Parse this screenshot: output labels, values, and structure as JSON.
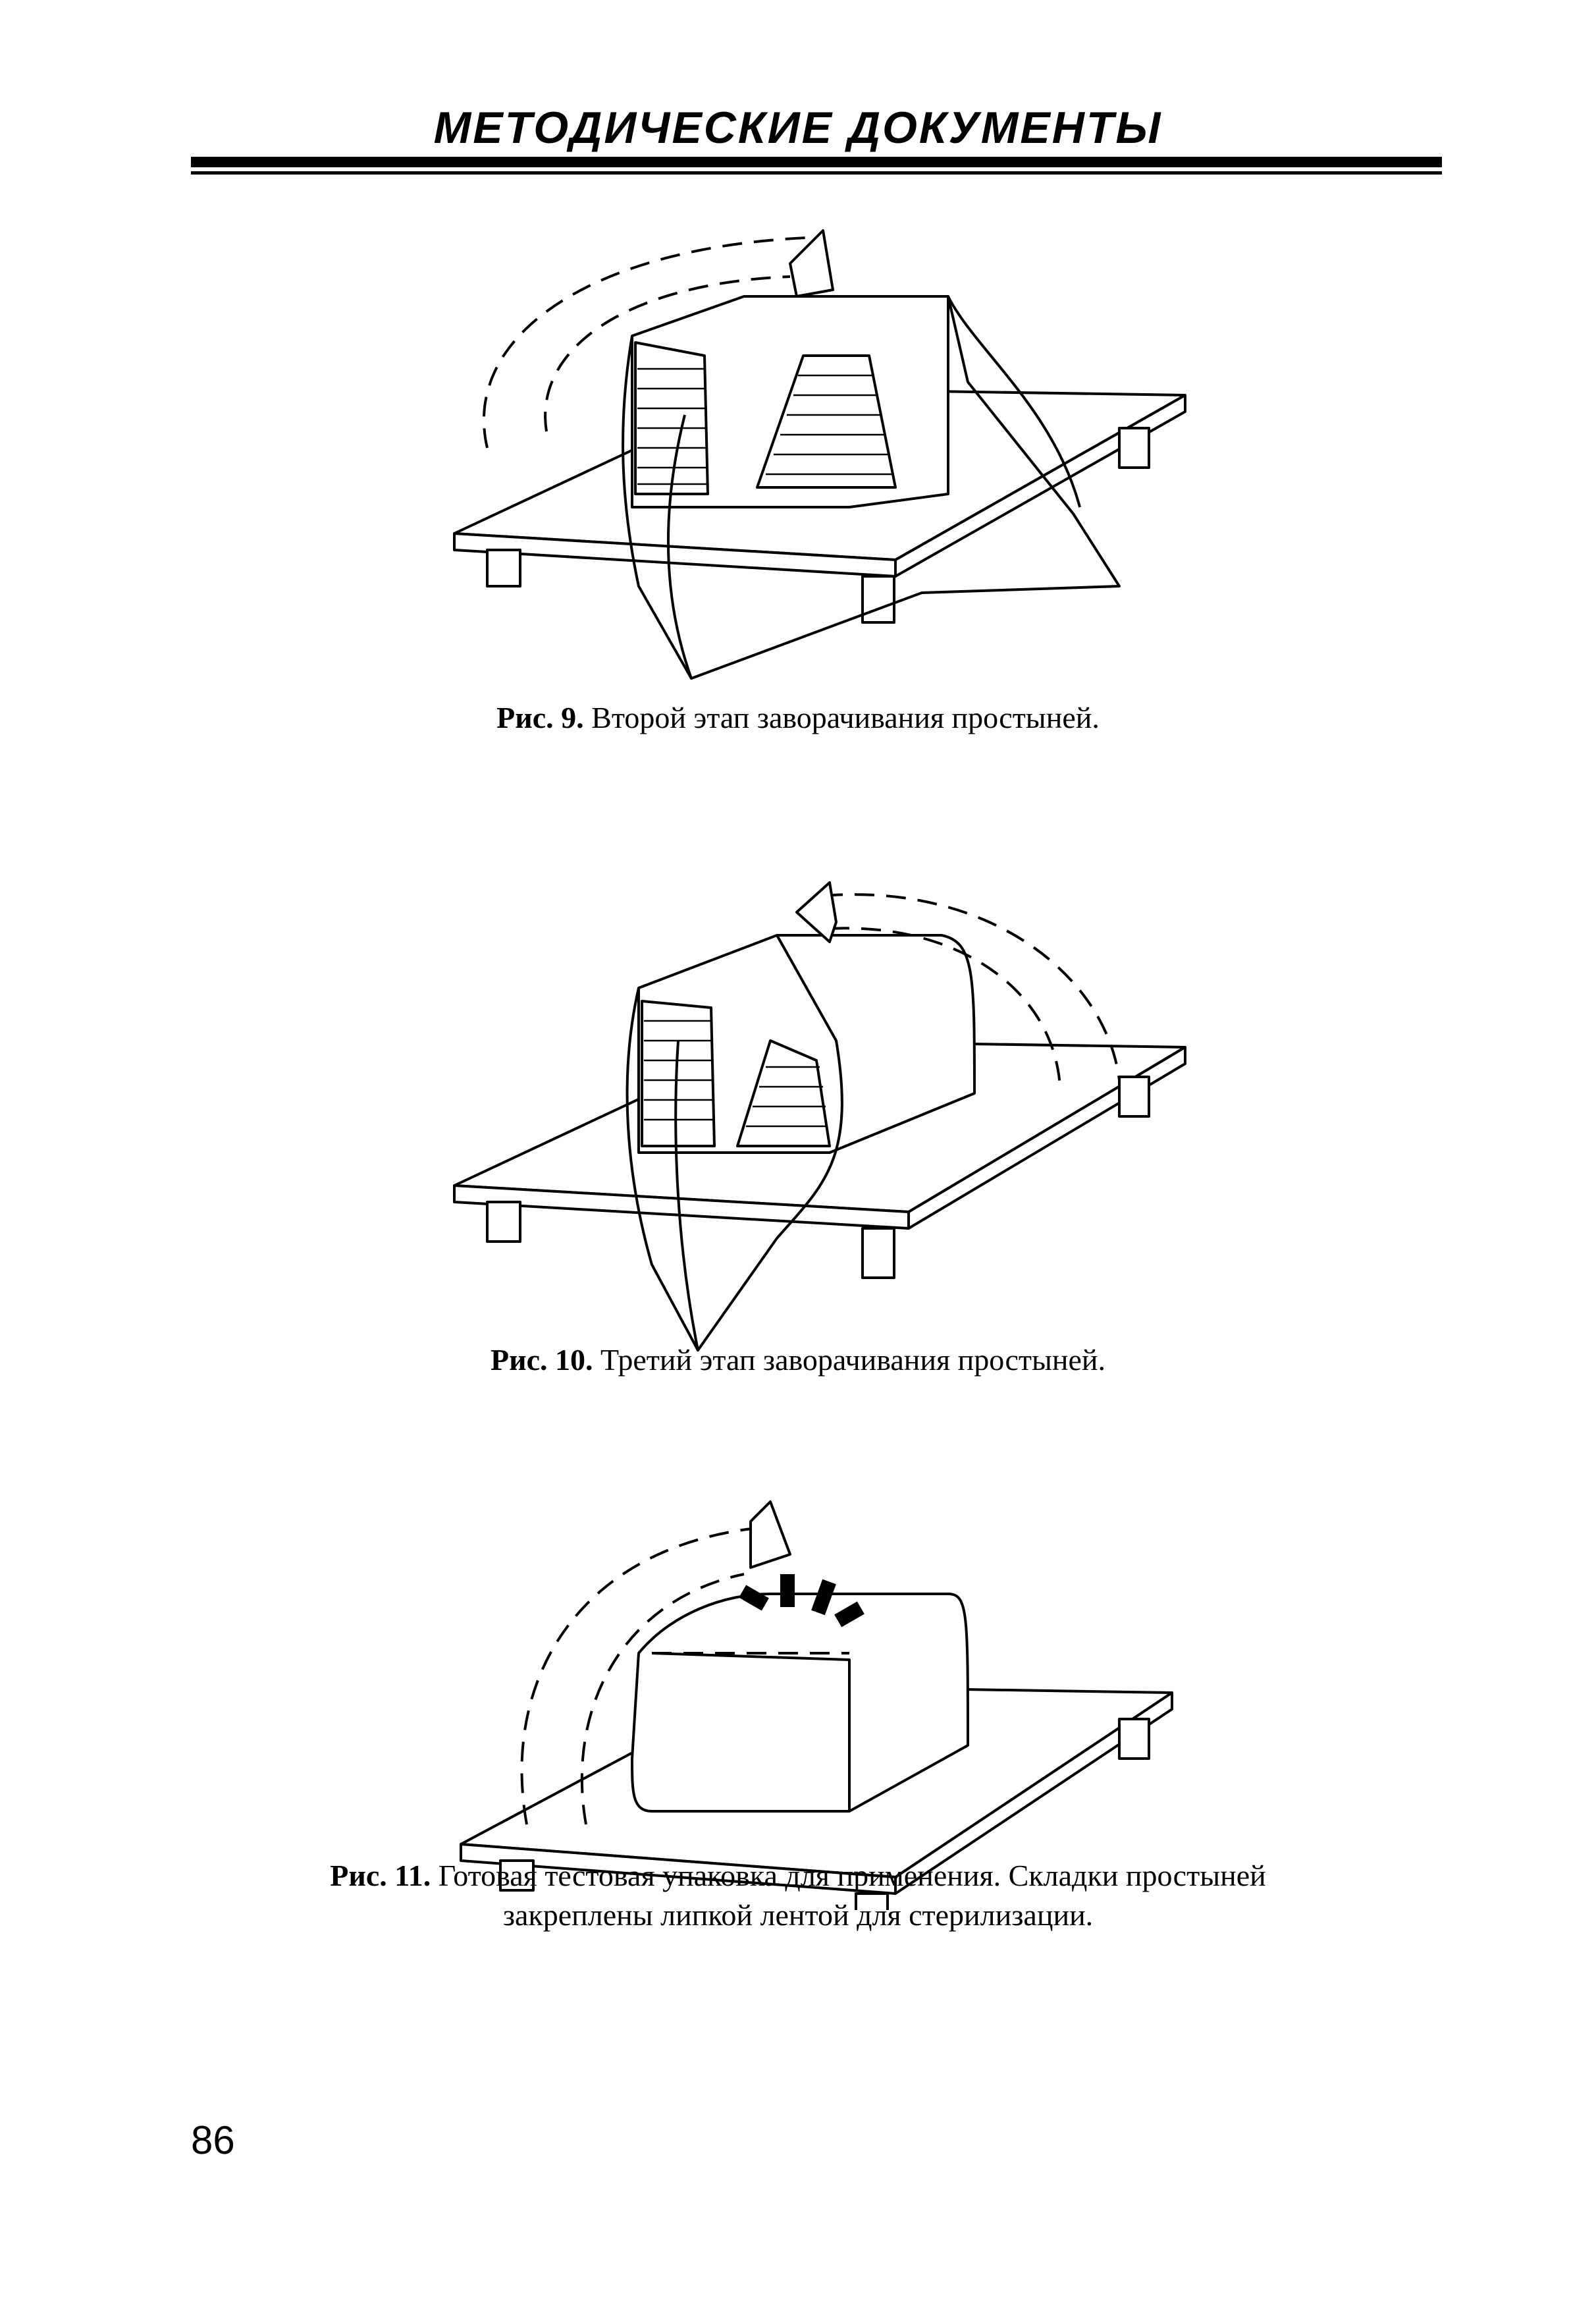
{
  "header": {
    "title": "МЕТОДИЧЕСКИЕ ДОКУМЕНТЫ"
  },
  "figures": [
    {
      "label": "Рис. 9.",
      "caption": "Второй этап заворачивания простыней."
    },
    {
      "label": "Рис. 10.",
      "caption": "Третий этап заворачивания простыней."
    },
    {
      "label": "Рис. 11.",
      "caption_line1": "Готовая тестовая упаковка для применения. Складки простыней",
      "caption_line2": "закреплены липкой лентой для стерилизации."
    }
  ],
  "page": {
    "number": "86"
  }
}
